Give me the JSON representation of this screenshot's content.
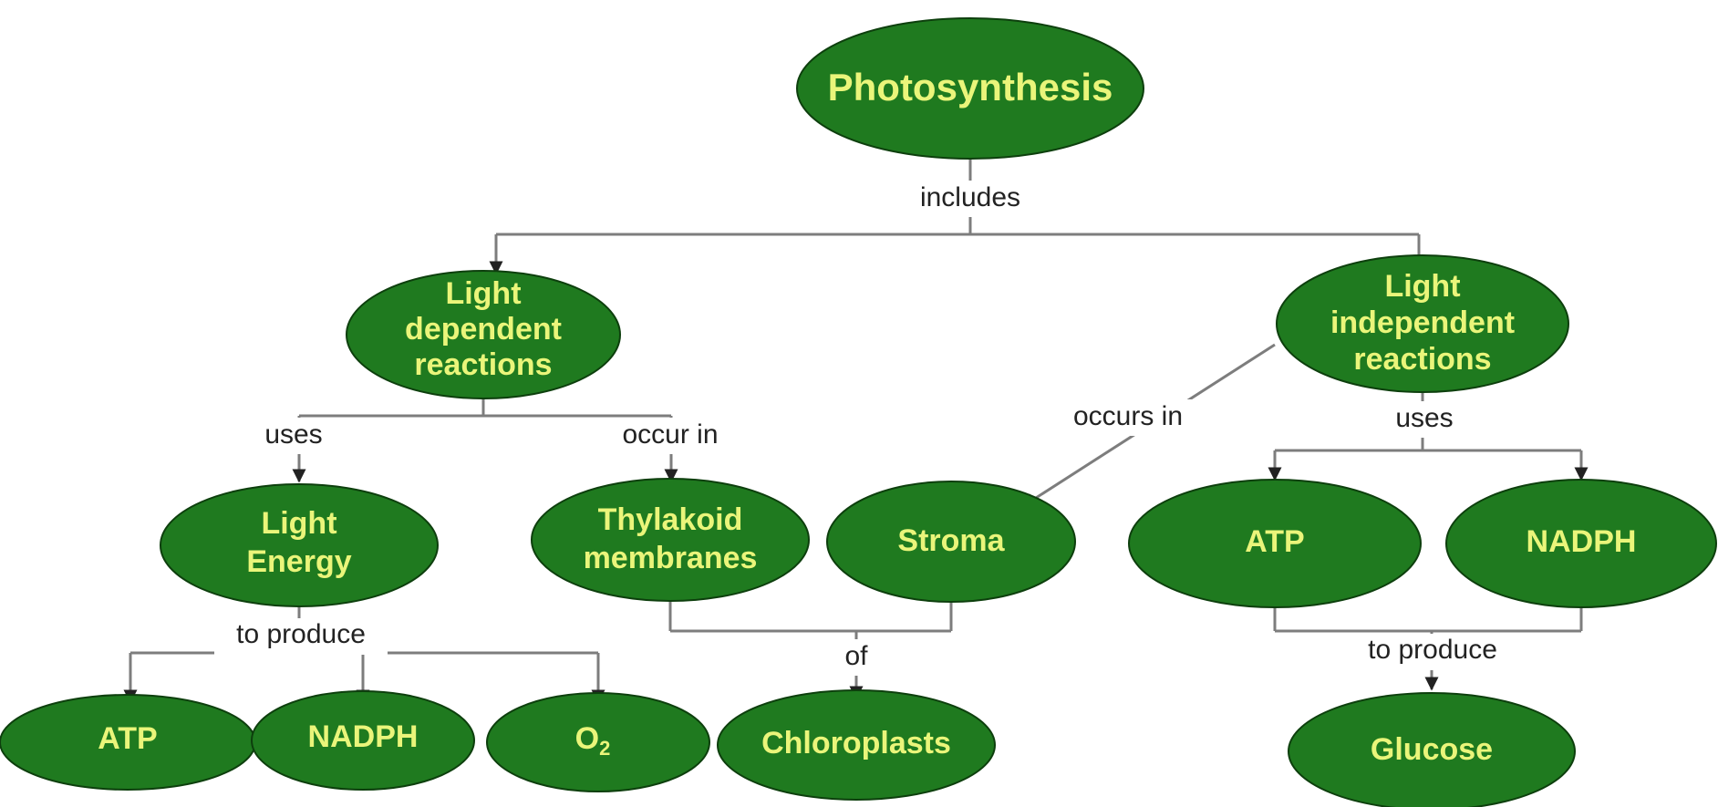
{
  "nodes": {
    "photosynthesis": "Photosynthesis",
    "light_dependent": [
      "Light",
      "dependent",
      "reactions"
    ],
    "light_independent": [
      "Light",
      "independent",
      "reactions"
    ],
    "light_energy": [
      "Light",
      "Energy"
    ],
    "thylakoid": [
      "Thylakoid",
      "membranes"
    ],
    "stroma": "Stroma",
    "atp_right": "ATP",
    "nadph_right": "NADPH",
    "atp_left": "ATP",
    "nadph_left": "NADPH",
    "o2": {
      "base": "O",
      "sub": "2"
    },
    "chloroplasts": "Chloroplasts",
    "glucose": "Glucose"
  },
  "links": {
    "includes": "includes",
    "uses_left": "uses",
    "occur_in": "occur in",
    "occurs_in": "occurs in",
    "uses_right": "uses",
    "to_produce_left": "to produce",
    "of": "of",
    "to_produce_right": "to produce"
  },
  "colors": {
    "node_fill": "#1f7a1f",
    "node_text": "#eaf57a",
    "line": "#7d7d7d"
  }
}
